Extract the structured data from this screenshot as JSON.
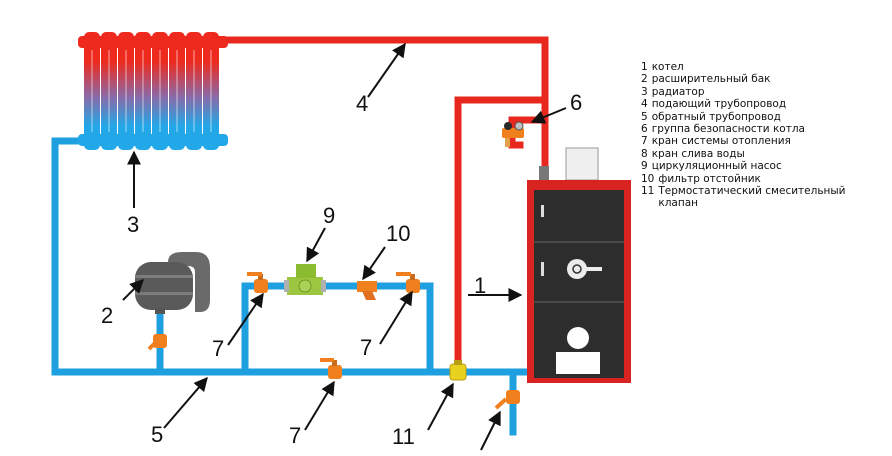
{
  "colors": {
    "supply_pipe": "#e8281e",
    "return_pipe": "#1e9fe0",
    "boiler_body": "#2e2e2e",
    "boiler_frame": "#d92321",
    "valve": "#f07f1e",
    "tank": "#555555",
    "pump": "#8dc63f"
  },
  "callouts": {
    "c1": "1",
    "c2": "2",
    "c3": "3",
    "c4": "4",
    "c5": "5",
    "c6": "6",
    "c7a": "7",
    "c7b": "7",
    "c7c": "7",
    "c9": "9",
    "c10": "10",
    "c11": "11"
  },
  "legend": [
    {
      "num": "1",
      "text": "котел"
    },
    {
      "num": "2",
      "text": "расширительный бак"
    },
    {
      "num": "3",
      "text": "радиатор"
    },
    {
      "num": "4",
      "text": "подающий трубопровод"
    },
    {
      "num": "5",
      "text": "обратный трубопровод"
    },
    {
      "num": "6",
      "text": "группа безопасности котла"
    },
    {
      "num": "7",
      "text": "кран системы отопления"
    },
    {
      "num": "8",
      "text": "кран слива воды"
    },
    {
      "num": "9",
      "text": "циркуляционный насос"
    },
    {
      "num": "10",
      "text": "фильтр отстойник"
    },
    {
      "num": "11",
      "text": "Термостатический смесительный\nклапан"
    }
  ],
  "icons": {
    "radiator": "radiator-icon",
    "expansion_tank": "expansion-tank-icon",
    "boiler": "boiler-icon",
    "pump": "circulation-pump-icon",
    "filter": "filter-icon",
    "valve": "ball-valve-icon",
    "safety_group": "safety-group-icon",
    "mixing_valve": "mixing-valve-icon"
  }
}
